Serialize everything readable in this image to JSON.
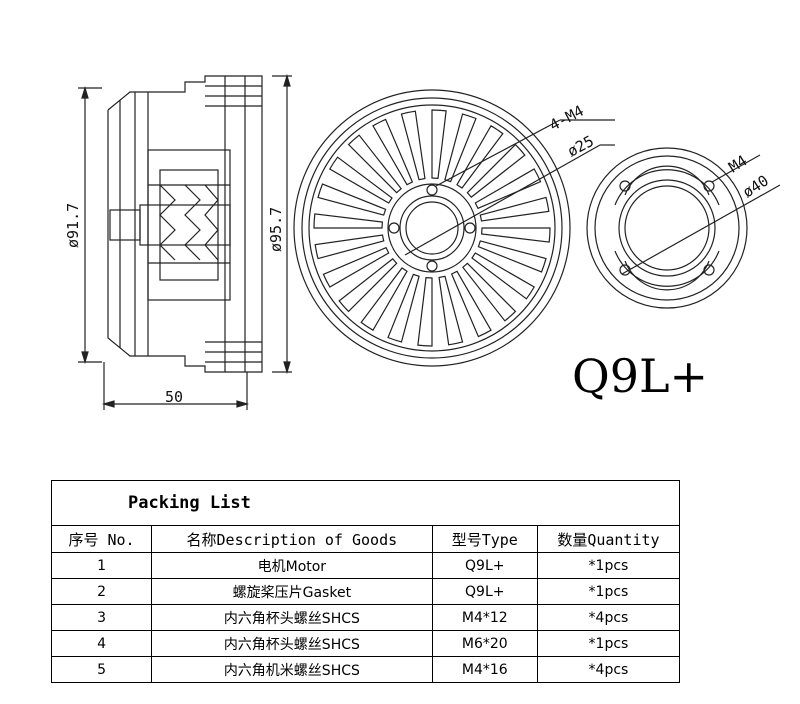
{
  "drawing": {
    "side_view": {
      "dim_outer": "ø91.7",
      "dim_inner": "ø95.7",
      "dim_width": "50"
    },
    "front_view": {
      "hole_label": "4-M4",
      "circle_label": "ø25"
    },
    "back_view": {
      "hole_label": "M4",
      "circle_label": "ø40"
    },
    "model_label": "Q9L+"
  },
  "packing_list": {
    "title": "Packing List",
    "headers": [
      "序号 No.",
      "名称Description of Goods",
      "型号Type",
      "数量Quantity"
    ],
    "rows": [
      {
        "no": "1",
        "desc": "电机Motor",
        "type": "Q9L+",
        "qty": "*1pcs"
      },
      {
        "no": "2",
        "desc": "螺旋桨压片Gasket",
        "type": "Q9L+",
        "qty": "*1pcs"
      },
      {
        "no": "3",
        "desc": "内六角杯头螺丝SHCS",
        "type": "M4*12",
        "qty": "*4pcs"
      },
      {
        "no": "4",
        "desc": "内六角杯头螺丝SHCS",
        "type": "M6*20",
        "qty": "*1pcs"
      },
      {
        "no": "5",
        "desc": "内六角机米螺丝SHCS",
        "type": "M4*16",
        "qty": "*4pcs"
      }
    ]
  }
}
